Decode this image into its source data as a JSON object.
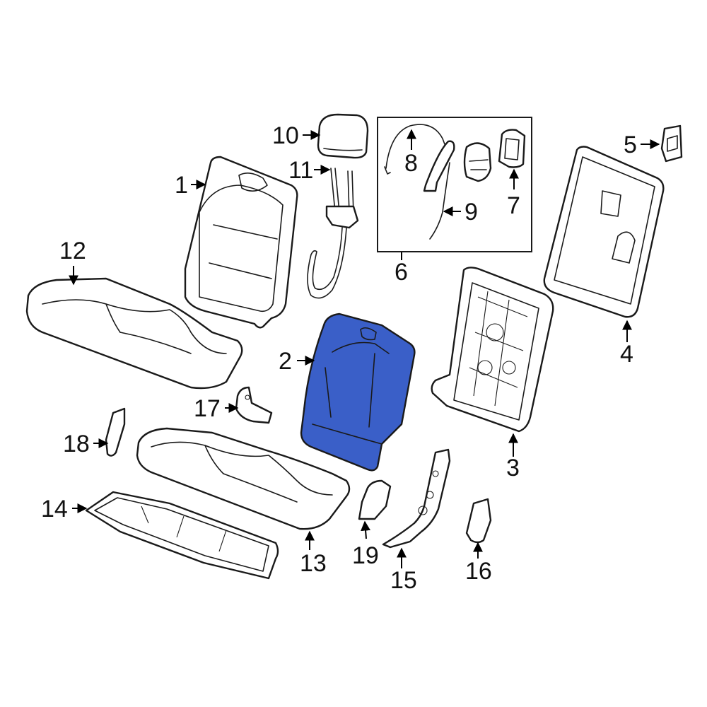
{
  "diagram": {
    "highlight_color": "#3a5fc8",
    "callouts": {
      "c1": "1",
      "c2": "2",
      "c3": "3",
      "c4": "4",
      "c5": "5",
      "c6": "6",
      "c7": "7",
      "c8": "8",
      "c9": "9",
      "c10": "10",
      "c11": "11",
      "c12": "12",
      "c13": "13",
      "c14": "14",
      "c15": "15",
      "c16": "16",
      "c17": "17",
      "c18": "18",
      "c19": "19"
    }
  }
}
